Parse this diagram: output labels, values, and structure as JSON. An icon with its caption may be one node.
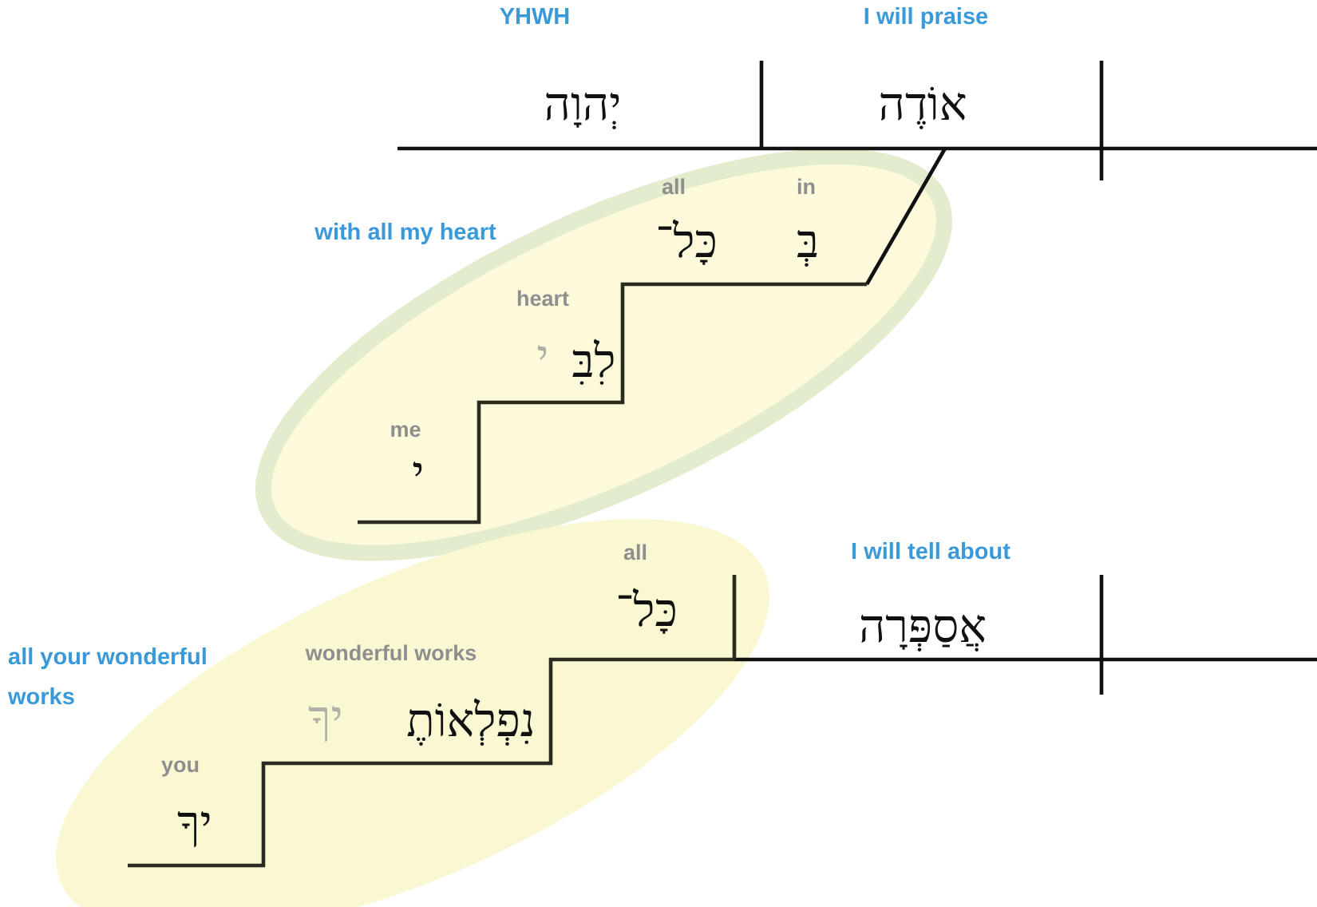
{
  "diagram": {
    "nodes": [
      {
        "text": [
          "with all my heart",
          "all",
          "כָּל־",
          "in",
          "בְּ",
          "heart",
          "לִבִּ",
          "י",
          "me",
          "י"
        ]
      },
      {
        "text": [
          "all",
          "כָּל־",
          "wonderful works",
          "נִפְלְאוֹתֶ",
          "יךָ",
          "you",
          "יךָ"
        ],
        "beside": [
          "all your wonderful works"
        ]
      }
    ],
    "labels": [
      "YHWH",
      "יְהוָה",
      "I will praise",
      "אוֹדֶה",
      "I will tell about",
      "אֲסַפְּרָה"
    ]
  }
}
